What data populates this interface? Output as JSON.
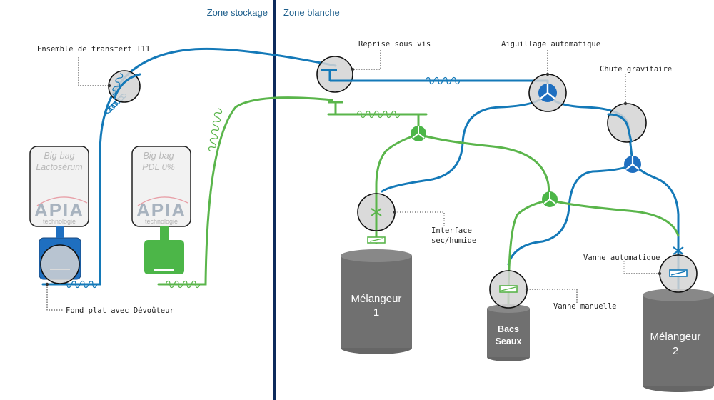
{
  "zones": {
    "storage": "Zone stockage",
    "white": "Zone blanche"
  },
  "callouts": {
    "transfer_t11": "Ensemble de transfert T11",
    "screw_recovery": "Reprise sous vis",
    "auto_switch": "Aiguillage automatique",
    "gravity_drop": "Chute gravitaire",
    "interface_line1": "Interface",
    "interface_line2": "sec/humide",
    "auto_valve": "Vanne automatique",
    "manual_valve": "Vanne manuelle",
    "flat_bottom": "Fond plat avec Dévoûteur"
  },
  "bigbags": {
    "lactoserum": {
      "line1": "Big-bag",
      "line2": "Lactosérum",
      "logo": "APIA",
      "logo_sub": "technologie"
    },
    "pdl": {
      "line1": "Big-bag",
      "line2": "PDL 0%",
      "logo": "APIA",
      "logo_sub": "technologie"
    }
  },
  "equipment": {
    "mixer1": {
      "line1": "Mélangeur",
      "line2": "1"
    },
    "mixer2": {
      "line1": "Mélangeur",
      "line2": "2"
    },
    "bacs": {
      "line1": "Bacs",
      "line2": "Seaux"
    }
  },
  "colors": {
    "blue_line": "#1479b8",
    "green_line": "#5ab54b",
    "divider": "#0d2a5c",
    "equipment": "#6e6e6e",
    "zone_label": "#1e5f8c"
  }
}
